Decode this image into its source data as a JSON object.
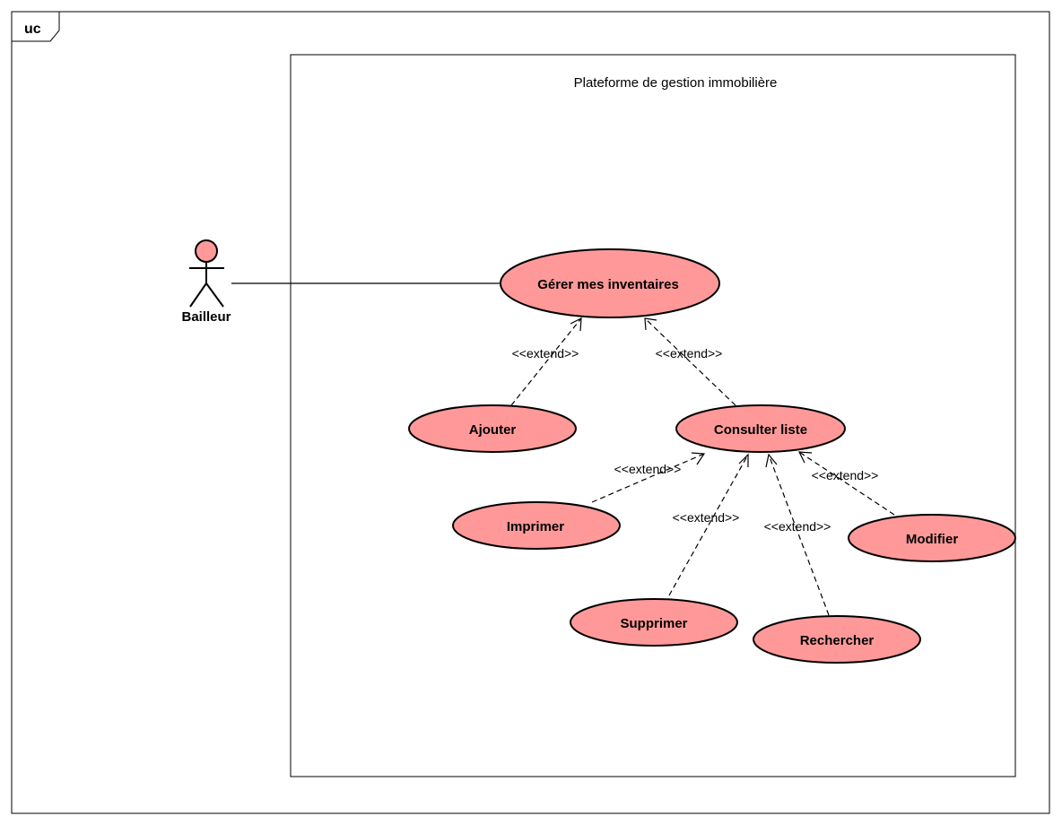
{
  "frame": {
    "tag": "uc"
  },
  "system": {
    "name": "Plateforme de gestion immobilière"
  },
  "actor": {
    "name": "Bailleur"
  },
  "colors": {
    "use_case_fill": "#ff9999",
    "stroke": "#000000"
  },
  "use_cases": {
    "gerer": "Gérer mes inventaires",
    "ajouter": "Ajouter",
    "consulter": "Consulter liste",
    "imprimer": "Imprimer",
    "modifier": "Modifier",
    "supprimer": "Supprimer",
    "rechercher": "Rechercher"
  },
  "relations": {
    "stereotype": "<<extend>>",
    "items": [
      {
        "from": "ajouter",
        "to": "gerer",
        "label": "<<extend>>"
      },
      {
        "from": "consulter",
        "to": "gerer",
        "label": "<<extend>>"
      },
      {
        "from": "imprimer",
        "to": "consulter",
        "label": "<<extend>>"
      },
      {
        "from": "supprimer",
        "to": "consulter",
        "label": "<<extend>>"
      },
      {
        "from": "rechercher",
        "to": "consulter",
        "label": "<<extend>>"
      },
      {
        "from": "modifier",
        "to": "consulter",
        "label": "<<extend>>"
      }
    ],
    "association": {
      "from": "Bailleur",
      "to": "gerer"
    }
  }
}
